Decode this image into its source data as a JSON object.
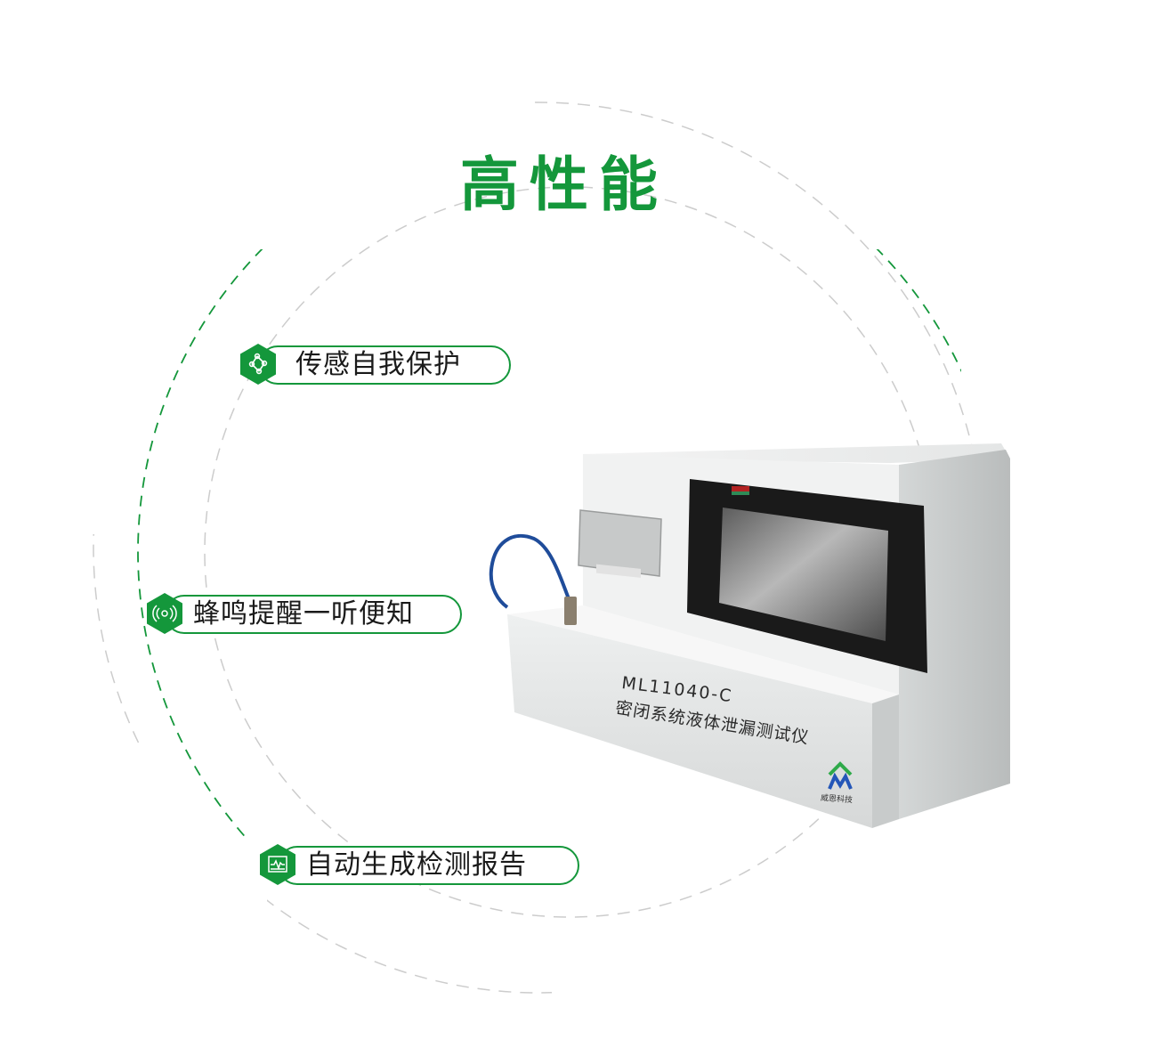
{
  "title": "高性能",
  "colors": {
    "accent_green": "#14973b",
    "arc_gray": "#c8c8c8",
    "text_dark": "#1a1a1a"
  },
  "features": [
    {
      "label": "传感自我保护",
      "icon": "sensor-network-icon"
    },
    {
      "label": "蜂鸣提醒一听便知",
      "icon": "buzzer-signal-icon"
    },
    {
      "label": "自动生成检测报告",
      "icon": "report-monitor-icon"
    }
  ],
  "device": {
    "model": "ML11040-C",
    "name": "密闭系统液体泄漏测试仪",
    "brand": "威恩科技"
  }
}
